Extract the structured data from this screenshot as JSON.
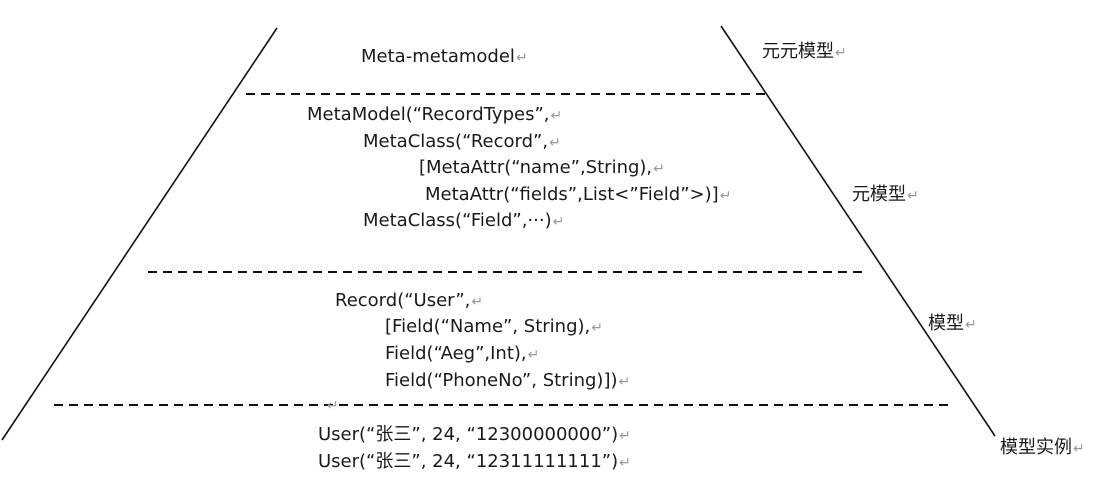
{
  "return_mark": "↵",
  "levels": {
    "meta_meta": {
      "label": "元元模型",
      "lines": [
        "Meta-metamodel"
      ]
    },
    "meta": {
      "label": "元模型",
      "lines": [
        "MetaModel(“RecordTypes”,",
        "MetaClass(“Record”,",
        "[MetaAttr(“name”,String),",
        "MetaAttr(“fields”,List<”Field”>)]",
        "MetaClass(“Field”,···)"
      ]
    },
    "model": {
      "label": "模型",
      "lines": [
        "Record(“User”,",
        "[Field(“Name”, String),",
        "Field(“Aeg”,Int),",
        "Field(“PhoneNo”, String)])"
      ]
    },
    "instance": {
      "label": "模型实例",
      "lines": [
        "User(“张三”, 24, “12300000000”)",
        "User(“张三”, 24, “12311111111”)"
      ]
    }
  }
}
